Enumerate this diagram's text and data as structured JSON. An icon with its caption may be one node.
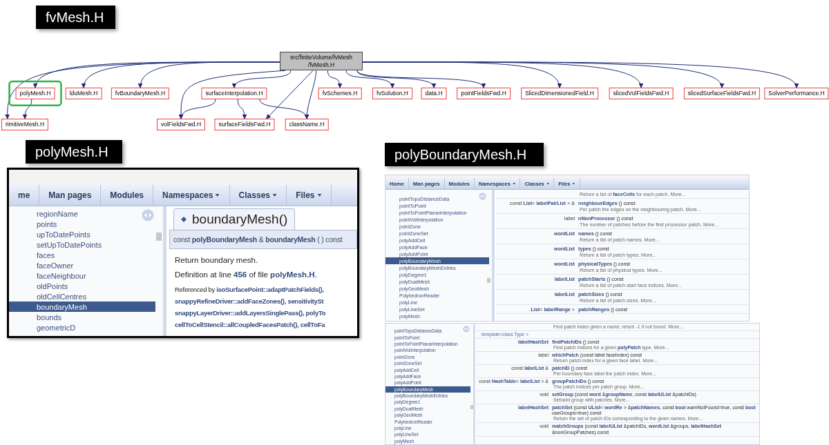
{
  "diagram": {
    "nodes": [
      {
        "text": [
          "src/finiteVolume/fvMesh /fvMesh.H"
        ]
      },
      {
        "text": [
          "polyMesh.H"
        ]
      },
      {
        "text": [
          "lduMesh.H"
        ]
      },
      {
        "text": [
          "fvBoundaryMesh.H"
        ]
      },
      {
        "text": [
          "surfaceInterpolation.H"
        ]
      },
      {
        "text": [
          "fvSchemes.H"
        ]
      },
      {
        "text": [
          "fvSolution.H"
        ]
      },
      {
        "text": [
          "data.H"
        ]
      },
      {
        "text": [
          "pointFieldsFwd.H"
        ]
      },
      {
        "text": [
          "SlicedDimensionedField.H"
        ]
      },
      {
        "text": [
          "slicedVolFieldsFwd.H"
        ]
      },
      {
        "text": [
          "slicedSurfaceFieldsFwd.H"
        ]
      },
      {
        "text": [
          "SolverPerformance.H"
        ]
      },
      {
        "text": [
          "rimitiveMesh.H"
        ]
      },
      {
        "text": [
          "volFieldsFwd.H"
        ]
      },
      {
        "text": [
          "surfaceFieldsFwd.H"
        ]
      },
      {
        "text": [
          "className.H"
        ]
      }
    ],
    "edges": [
      {
        "from": 0,
        "to": 1,
        "arrow": "to"
      },
      {
        "from": 0,
        "to": 2,
        "arrow": "to"
      },
      {
        "from": 0,
        "to": 3,
        "arrow": "to"
      },
      {
        "from": 0,
        "to": 4,
        "arrow": "to"
      },
      {
        "from": 0,
        "to": 5,
        "arrow": "to"
      },
      {
        "from": 0,
        "to": 6,
        "arrow": "to"
      },
      {
        "from": 0,
        "to": 7,
        "arrow": "to"
      },
      {
        "from": 0,
        "to": 8,
        "arrow": "to"
      },
      {
        "from": 0,
        "to": 9,
        "arrow": "to"
      },
      {
        "from": 0,
        "to": 10,
        "arrow": "to"
      },
      {
        "from": 0,
        "to": 11,
        "arrow": "to"
      },
      {
        "from": 0,
        "to": 12,
        "arrow": "to"
      },
      {
        "from": 0,
        "to": 13,
        "arrow": "to"
      },
      {
        "from": 1,
        "to": 13,
        "arrow": "to"
      },
      {
        "from": 0,
        "to": 14,
        "arrow": "to"
      },
      {
        "from": 4,
        "to": 14,
        "arrow": "to"
      },
      {
        "from": 4,
        "to": 15,
        "arrow": "to"
      },
      {
        "from": 0,
        "to": 15,
        "arrow": "to"
      },
      {
        "from": 4,
        "to": 16,
        "arrow": "to"
      },
      {
        "from": 0,
        "to": 16,
        "arrow": "to"
      }
    ],
    "labels": [
      "fvMesh.H",
      "polyMesh.H",
      "polyBoundaryMesh.H",
      "me",
      "Man pages",
      "Modules",
      "Namespaces",
      "Classes",
      "Files",
      "regionName",
      "points",
      "upToDatePoints",
      "setUpToDatePoints",
      "faces",
      "faceOwner",
      "faceNeighbour",
      "oldPoints",
      "oldCellCentres",
      "boundaryMesh",
      "bounds",
      "geometricD",
      "boundaryMesh()",
      "const **polyBoundaryMesh** & **boundaryMesh** ( ) const",
      "Return boundary mesh.",
      "Definition at line **456** of file **polyMesh.H**.",
      "Referenced by **isoSurfacePoint::adaptPatchFields(),**",
      "**snappyRefineDriver::addFaceZones(), sensitivitySt**",
      "**snappyLayerDriver::addLayersSinglePass(), polyTo**",
      "**cellToCellStencil::allCoupledFacesPatch(), cellToFa**",
      "Home",
      "Man pages",
      "Modules",
      "Namespaces",
      "Classes",
      "Files",
      "pointTopoDistanceData",
      "pointToPoint",
      "pointToPointPlanarInterpolation",
      "pointVolInterpolation",
      "pointZone",
      "pointZoneSet",
      "polyAddCell",
      "polyAddFace",
      "polyAddPoint",
      "polyBoundaryMesh",
      "polyBoundaryMeshEntries",
      "polyDegree1",
      "polyDualMesh",
      "polyGeoMesh",
      "PolyhedronReader",
      "polyLine",
      "polyLineSet",
      "polyMesh",
      "Return a list of **faceCells** for each patch. More...",
      "const **List**< **labelPairList** > &",
      "**neighbourEdges** () const",
      "Per patch the edges on the neighbouring patch. More...",
      "label",
      "**nNonProcessor** () const",
      "The number of patches before the first processor patch. More...",
      "**wordList**",
      "**names** () const",
      "Return a list of patch names. More...",
      "**wordList**",
      "**types** () const",
      "Return a list of patch types. More...",
      "**wordList**",
      "**physicalTypes** () const",
      "Return a list of physical types. More...",
      "**labelList**",
      "**patchStarts** () const",
      "Return a list of patch start face indices. More...",
      "**labelList**",
      "**patchSizes** () const",
      "Return a list of patch sizes. More...",
      "**List**< **labelRange** >",
      "**patchRanges** () const",
      "pointTopoDistanceData",
      "pointToPoint",
      "pointToPointPlanarInterpolation",
      "pointVolInterpolation",
      "pointZone",
      "pointZoneSet",
      "polyAddCell",
      "polyAddFace",
      "polyAddPoint",
      "polyBoundaryMesh",
      "polyBoundaryMeshEntries",
      "polyDegree1",
      "polyDualMesh",
      "polyGeoMesh",
      "PolyhedronReader",
      "polyLine",
      "polyLineSet",
      "polyMesh",
      "Find patch index given a name, return -1 if not found. More...",
      "template<class Type >",
      "**labelHashSet**",
      "**findPatchIDs** () const",
      "Find patch indices for a given **polyPatch** type. More...",
      "label",
      "**whichPatch** (const label faceIndex) const",
      "Return patch index for a given face label. More...",
      "const **labelList** &",
      "**patchID** () const",
      "Per boundary face label the patch index. More...",
      "const **HashTable**< **labelList** > &",
      "**groupPatchIDs** () const",
      "The patch indices per patch group. More...",
      "void",
      "**setGroup** (const **word** &**groupName**, const **labelUList** &patchIDs)",
      "Set/add group with patches. More...",
      "**labelHashSet**",
      "**patchSet** (const **UList**< **wordRe** > &**patchNames**, const **bool** warnNotFound=true, const **bool** useGroups=true) const",
      "Return the set of patch IDs corresponding to the given names. More...",
      "void",
      "**matchGroups** (const **labelUList** &patchIDs, **wordList** &groups, **labelHashSet** &nonGroupPatches) const"
    ]
  }
}
